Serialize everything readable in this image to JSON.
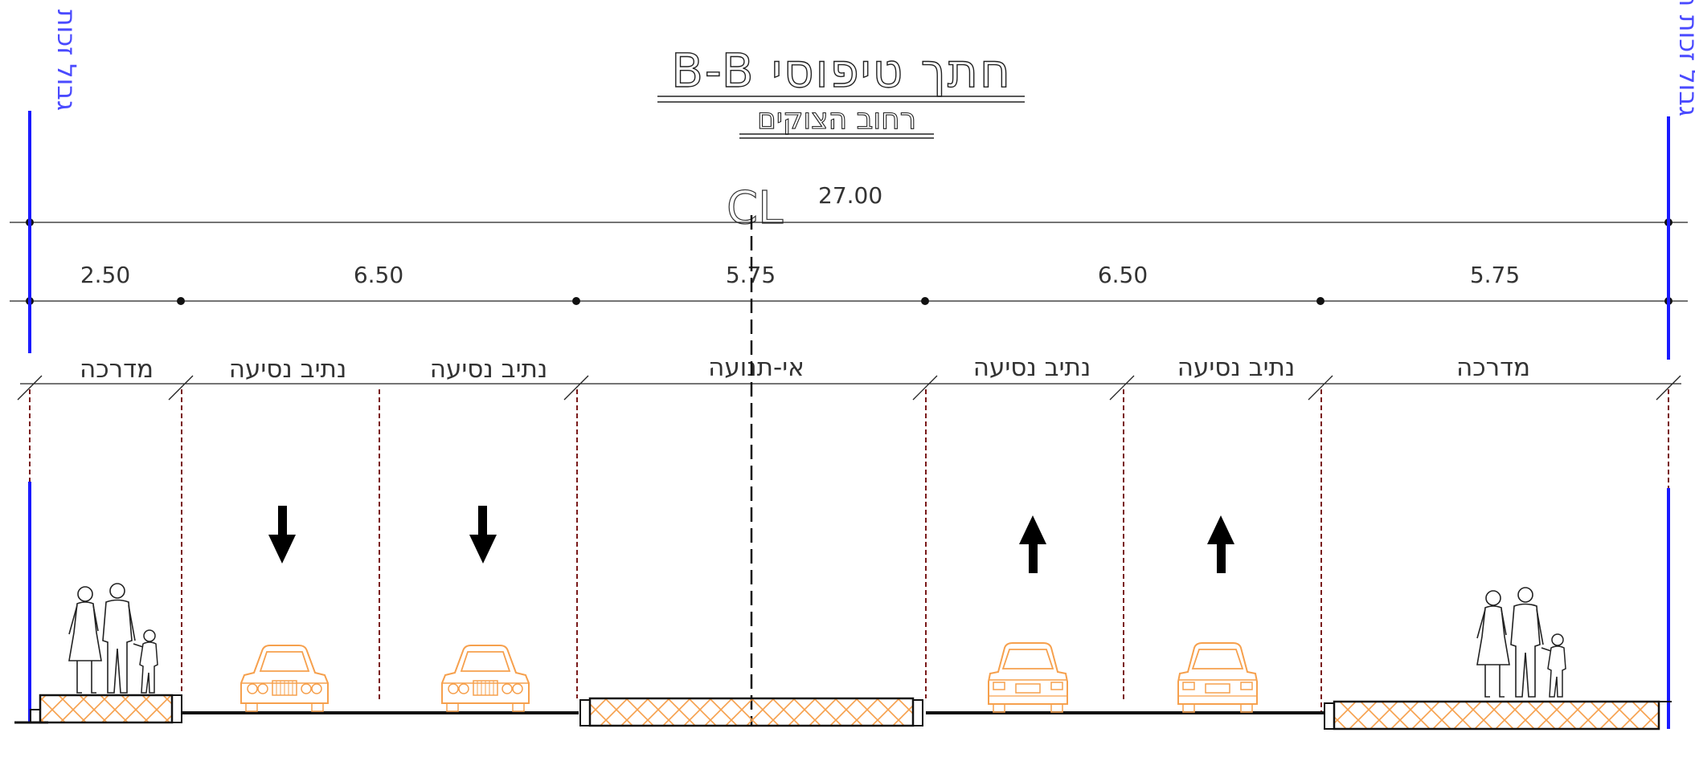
{
  "title": "חתך טיפוסי B-B",
  "subtitle": "רחוב הצוקים",
  "centerline_label": "CL",
  "total_width": "27.00",
  "row_boundary_label": "גבול זכות הדרך",
  "segment_widths": [
    "2.50",
    "6.50",
    "5.75",
    "6.50",
    "5.75"
  ],
  "lanes": [
    "מדרכה",
    "נתיב נסיעה",
    "נתיב נסיעה",
    "אי-תנועה",
    "נתיב נסיעה",
    "נתיב נסיעה",
    "מדרכה"
  ],
  "colors": {
    "line": "#111111",
    "row_boundary": "#1a1aff",
    "lane_divider": "#7a1a1a",
    "vehicle": "#f6a04d",
    "paving": "#f6a04d"
  },
  "icons": {
    "car_front": "car-front-icon",
    "car_rear": "car-rear-icon",
    "pedestrians": "pedestrian-family-icon",
    "arrow_down": "arrow-down-icon",
    "arrow_up": "arrow-up-icon"
  }
}
